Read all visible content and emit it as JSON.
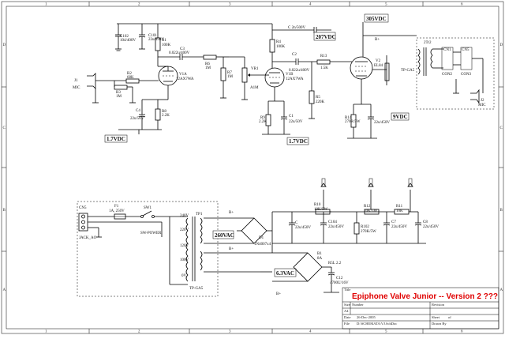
{
  "title_block": {
    "title": "Epiphone Valve Junior  -- Version 2 ???",
    "size_label": "Size",
    "size_value": "A4",
    "number_label": "Number",
    "revision_label": "Revision",
    "date_label": "Date",
    "date_value": "26-Dec-2005",
    "sheet_label": "Sheet",
    "sheet_value": "of",
    "file_label": "File",
    "file_value": "D:\\SCHEMATA\\VJ.SchDoc",
    "drawn_label": "Drawn By",
    "zone_title": "Title"
  },
  "zones": {
    "columns": [
      "1",
      "2",
      "3",
      "4",
      "5",
      "6"
    ],
    "rows": [
      "D",
      "C",
      "B",
      "A"
    ]
  },
  "voltages": {
    "v305": "305VDC",
    "v207": "207VDC",
    "v9": "9VDC",
    "v1_7a": "1.7VDC",
    "v1_7b": "1.7VDC",
    "v260": "260VAC",
    "v6_3": "6.3VAC"
  },
  "components": {
    "c102": "C102",
    "c102v": "104/400V",
    "c101": "C101",
    "c101v": "22u/450V",
    "r1": "R1",
    "r1v": "100K",
    "c3": "C3",
    "c3v": "0.022u/400V",
    "r4": "R4",
    "r4v": "100K",
    "c_top": "C 2n/500V",
    "j1": "J1",
    "mic": "MIC",
    "r2": "R2",
    "r2v": "68K",
    "r3": "R3",
    "r3v": "1M",
    "v1a": "V1A",
    "v1at": "12AX7WA",
    "r6": "R6",
    "r6v": "1M",
    "r7": "R7",
    "r7v": "1M",
    "vr1": "VR1",
    "vr1v": "A1M",
    "v1b": "V1B",
    "v1bt": "12AX7WA",
    "c2": "C2",
    "c2v": "0.022u/400V",
    "r13": "R13",
    "r13v": "1.5K",
    "v2": "V2",
    "v2t": "EL84",
    "r5": "R5",
    "r5v": "220K",
    "r14": "R14",
    "r14v": "270R/5W",
    "c5v": "22u/450V",
    "r8": "R8",
    "r8v": "2.2K",
    "c4": "C4",
    "c4v": "22u/50V",
    "r9": "R9",
    "r9v": "2.2K",
    "c1": "C1",
    "c1v": "22u/50V",
    "tr2": "2Tr2",
    "cn1": "CN1",
    "cn5": "CN5",
    "con2": "CON2",
    "con3": "CON3",
    "tpga5": "TP-GA5",
    "j2": "J2",
    "mic2": "MIC",
    "cn5b": "CN5",
    "jack_ac": "JACK_AC",
    "f1": "F1",
    "f1v": "1A, 250V",
    "sw1": "SW1",
    "sw_power": "SW-POWER",
    "tp1": "TP1",
    "tpga5b": "TP-GA5",
    "d1": "D1",
    "d1v": "1N4007x4",
    "c_a": "C",
    "c_av": "22u/450V",
    "c104": "C104",
    "c104v": "22u/450V",
    "r10": "R10",
    "r10v": "10K/5W",
    "r102": "R102",
    "r102v": "270K/5W",
    "r12": "R12",
    "r12v": "10K/5W",
    "c7": "C7",
    "c7v": "22u/450V",
    "r11": "R11",
    "r11v": "10K",
    "c8": "C8",
    "c8v": "22u/450V",
    "b1": "B1",
    "b1v": "8A",
    "c12": "C12",
    "c12v": "4700U/16V",
    "rl1": "R5L 2.2",
    "net1": "B+",
    "net2": "B+",
    "net3": "B+",
    "net4": "B+",
    "tap1": "240V",
    "tap2": "220V",
    "tap3": "120V",
    "tap4": "100V",
    "tap5": "0V"
  }
}
